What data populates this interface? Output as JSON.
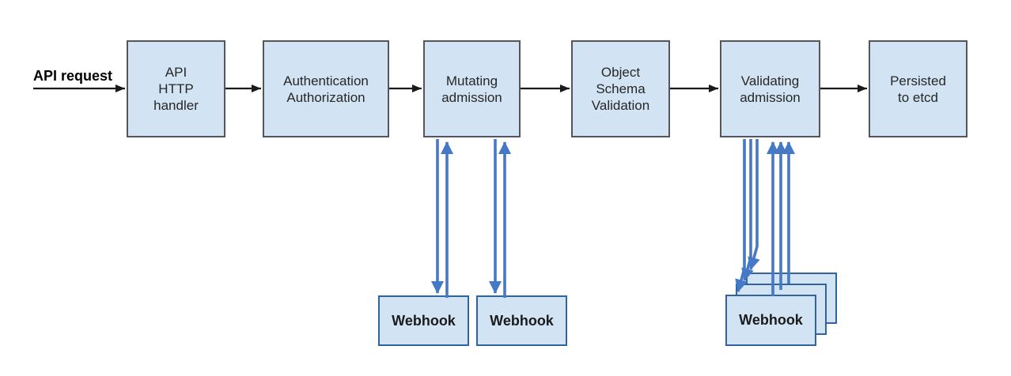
{
  "diagram": {
    "entry": {
      "label": "API request"
    },
    "pipeline": [
      {
        "id": "api-http-handler",
        "label": "API\nHTTP\nhandler"
      },
      {
        "id": "authn-authz",
        "label": "Authentication\nAuthorization"
      },
      {
        "id": "mutating-admission",
        "label": "Mutating\nadmission"
      },
      {
        "id": "object-schema-validation",
        "label": "Object\nSchema\nValidation"
      },
      {
        "id": "validating-admission",
        "label": "Validating\nadmission"
      },
      {
        "id": "persisted-to-etcd",
        "label": "Persisted\nto etcd"
      }
    ],
    "webhooks": {
      "mutating": [
        {
          "label": "Webhook"
        },
        {
          "label": "Webhook"
        }
      ],
      "validating": [
        {
          "label": "Webhook"
        },
        {
          "label": "Webhook"
        },
        {
          "label": "Webhook"
        }
      ]
    },
    "colors": {
      "node_fill": "#d2e3f3",
      "node_border": "#53565a",
      "webhook_border": "#31639c",
      "arrow_black": "#1a1a1a",
      "arrow_blue": "#4678c8"
    }
  }
}
